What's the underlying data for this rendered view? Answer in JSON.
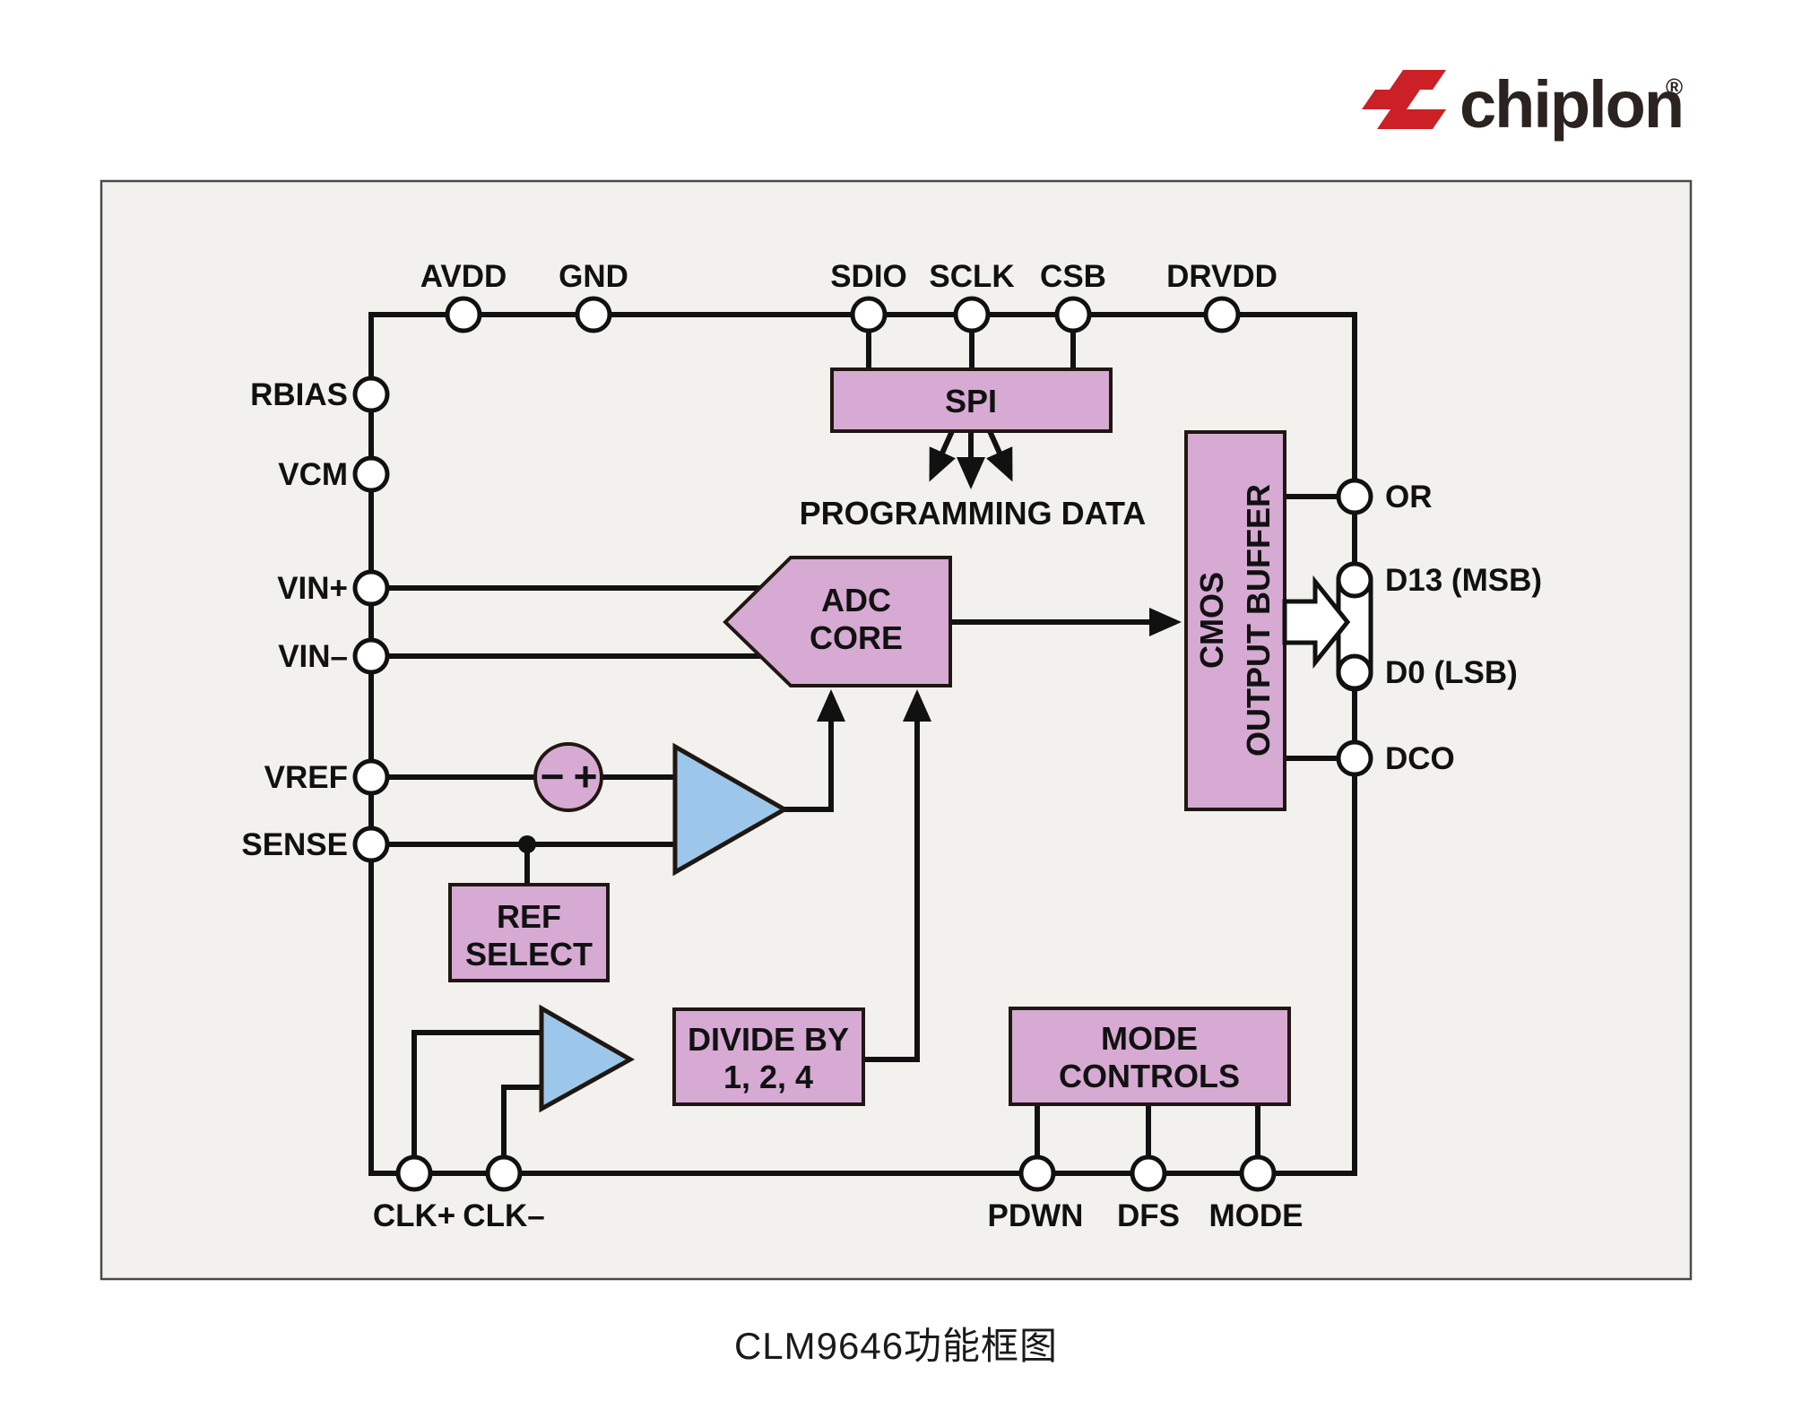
{
  "logo": {
    "text": "chiplon",
    "registered": "®"
  },
  "caption": "CLM9646功能框图",
  "colors": {
    "block_fill": "#d6aad2",
    "amp_fill": "#9cc7ea",
    "wire": "#111111",
    "logo_red": "#cb2026",
    "logo_text": "#2b2320",
    "diagram_bg": "#f2f1ee",
    "frame_border": "#4a4a4a"
  },
  "pins": {
    "top": [
      "AVDD",
      "GND",
      "SDIO",
      "SCLK",
      "CSB",
      "DRVDD"
    ],
    "left": [
      "RBIAS",
      "VCM",
      "VIN+",
      "VIN–",
      "VREF",
      "SENSE"
    ],
    "right": [
      "OR",
      "D13 (MSB)",
      "D0 (LSB)",
      "DCO"
    ],
    "bottom": [
      "CLK+",
      "CLK–",
      "PDWN",
      "DFS",
      "MODE"
    ]
  },
  "blocks": {
    "spi": "SPI",
    "programming_data": "PROGRAMMING DATA",
    "adc_core_line1": "ADC",
    "adc_core_line2": "CORE",
    "cmos_line1": "CMOS",
    "cmos_line2": "OUTPUT BUFFER",
    "ref_select_line1": "REF",
    "ref_select_line2": "SELECT",
    "divide_line1": "DIVIDE BY",
    "divide_line2": "1, 2, 4",
    "mode_line1": "MODE",
    "mode_line2": "CONTROLS",
    "ref_minus": "−",
    "ref_plus": "+"
  }
}
